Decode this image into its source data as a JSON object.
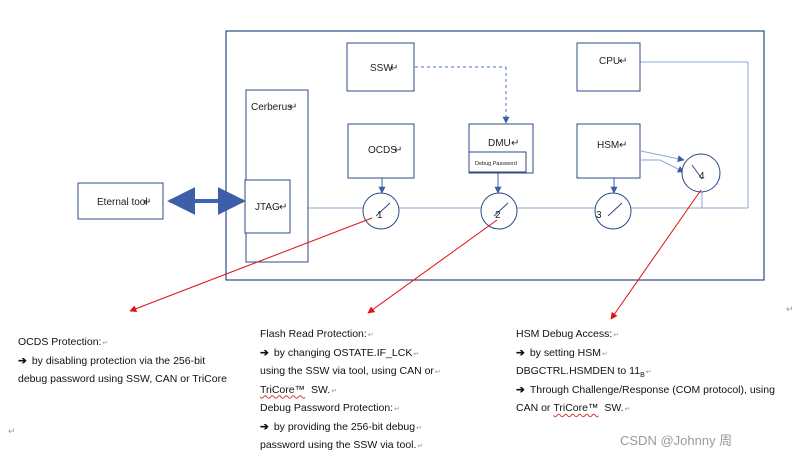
{
  "nodes": {
    "ssw": "SSW",
    "cpu": "CPU",
    "cerberus": "Cerberus",
    "ocds": "OCDS",
    "dmu": "DMU",
    "debug_password": "Debug Password",
    "hsm": "HSM",
    "jtag": "JTAG",
    "external_tool": "Eternal tool"
  },
  "switches": [
    "1",
    "2",
    "3",
    "4"
  ],
  "para_mark": "↵",
  "panels": {
    "ocds": {
      "title": "OCDS Protection:",
      "line1": "by disabling protection via the 256-bit",
      "line2": "debug password using SSW, CAN or TriCore"
    },
    "flash": {
      "title": "Flash Read Protection:",
      "line1": "by changing OSTATE.IF_LCK",
      "line2": "using the SSW via tool, using CAN or",
      "line3_brand": "TriCore™",
      "line3_rest": "SW.",
      "title2": "Debug Password Protection:",
      "line4": "by providing the 256-bit debug",
      "line5": "password using the SSW via tool."
    },
    "hsm": {
      "title": "HSM Debug Access:",
      "line1": "by setting HSM",
      "line2_main": "DBGCTRL.HSMDEN to 11",
      "line2_sub": "B",
      "line3": "Through Challenge/Response (COM protocol), using",
      "line4_pre": "CAN or",
      "line4_brand": "TriCore™",
      "line4_post": "SW."
    }
  },
  "watermark": "CSDN @Johnny 周",
  "colors": {
    "box_border": "#2f4a84",
    "blue_line": "#8fa7d6",
    "dashed_line": "#4a72c4",
    "red_arrow": "#e01010",
    "bus_arrow": "#3c63b7"
  }
}
